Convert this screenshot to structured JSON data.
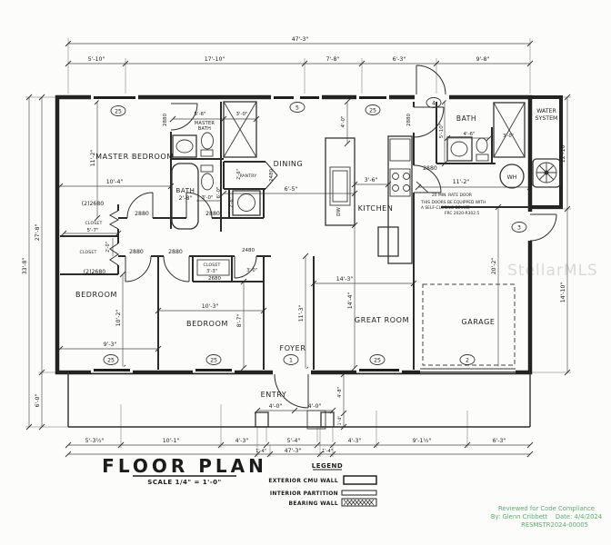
{
  "title": {
    "name": "FLOOR  PLAN",
    "scale": "SCALE 1/4\" = 1'-0\""
  },
  "legend": {
    "heading": "LEGEND",
    "items": [
      {
        "label": "EXTERIOR CMU WALL",
        "style": "cmu"
      },
      {
        "label": "INTERIOR PARTITION",
        "style": "partition"
      },
      {
        "label": "BEARING WALL",
        "style": "bearing"
      }
    ]
  },
  "stamp": {
    "line1": "Reviewed for Code Compliance",
    "line2": "By: Glenn Cribbett    Date: 4/4/2024",
    "line3": "RESMSTR2024-00005",
    "color": "#45a55c"
  },
  "watermark": "StellarMLS",
  "rooms": {
    "master_bedroom": "MASTER BEDROOM",
    "master_bath_l1": "MASTER",
    "master_bath_l2": "BATH",
    "bath1": "BATH",
    "dining": "DINING",
    "pantry": "PANTRY",
    "kitchen": "KITCHEN",
    "bath2": "BATH",
    "great_room": "GREAT  ROOM",
    "garage": "GARAGE",
    "foyer": "FOYER",
    "entry": "ENTRY",
    "bedroom1": "BEDROOM",
    "bedroom2": "BEDROOM",
    "closet1": "CLOSET",
    "closet2": "CLOSET",
    "closet3": "CLOSET",
    "water_l1": "WATER",
    "water_l2": "SYSTEM",
    "wh": "WH",
    "dw": "DW"
  },
  "doors": {
    "d2880": "2880",
    "d2480": "2480",
    "d2680": "2680",
    "d2_2680": "(2)2680"
  },
  "markers": {
    "m25": "25",
    "m5": "5",
    "m4": "4",
    "m3": "3",
    "m2": "2",
    "m1": "1"
  },
  "note": {
    "l1": "20 MIN. RATE DOOR",
    "l2": "THIS DOORS BE EQUIPPED WITH",
    "l3": "A SELF-CLOSING DEVICE",
    "l4": "FRC 2020-R302.5"
  },
  "dims": {
    "top_total": "47'-3\"",
    "top_1": "5'-10\"",
    "top_2": "17'-10\"",
    "top_3": "7'-8\"",
    "top_4": "6'-3\"",
    "top_5": "9'-8\"",
    "left_outer": "33'-8\"",
    "left_inner": "27'-8\"",
    "left_porch": "6'-0\"",
    "right_upper": "12'-10\"",
    "right_lower": "14'-10\"",
    "bot_1": "5'-3½\"",
    "bot_2": "10'-1\"",
    "bot_3": "4'-3\"",
    "bot_4": "5'-4\"",
    "bot_5": "4'-3\"",
    "bot_6": "9'-1½\"",
    "bot_7": "6'-3\"",
    "bot_total": "47'-3\"",
    "bot_col_l": "1'-4\"",
    "bot_col_r": "1'-4\"",
    "mbr_depth": "11'-2\"",
    "mbr_width": "10'-4\"",
    "mbath_width": "5'-6\"",
    "mshower_width": "3'-0\"",
    "bath1_tub": "2'-8\"",
    "bath1_w": "3'-0\"",
    "bath1_d": "6'-0\"",
    "closet1_w": "5'-7\"",
    "closet1_d": "2'-0\"",
    "closet2_w": "3'-3\"",
    "closet3_w": "3'-0\"",
    "bed1_depth": "10'-2\"",
    "bed1_width": "9'-3\"",
    "bed2_width": "10'-3\"",
    "bed2_depth": "8'-7\"",
    "foyer_depth": "11'-3\"",
    "dining_w": "6'-5\"",
    "pantry_d": "2'-6\"",
    "util_d": "2'-6\"",
    "kitchen_aisle": "3'-6\"",
    "kitchen_top": "4'-0\"",
    "bath2_vanity": "4'-6\"",
    "bath2_shower": "3'-0\"",
    "bath2_depth": "5'-10\"",
    "garage_width": "11'-2\"",
    "garage_depth": "20'-2\"",
    "great_w": "14'-3\"",
    "great_d": "14'-4\"",
    "entry_l": "4'-0\"",
    "entry_r": "4'-0\"",
    "porch_d": "4'-8\"",
    "porch_col": "1'-4\""
  }
}
